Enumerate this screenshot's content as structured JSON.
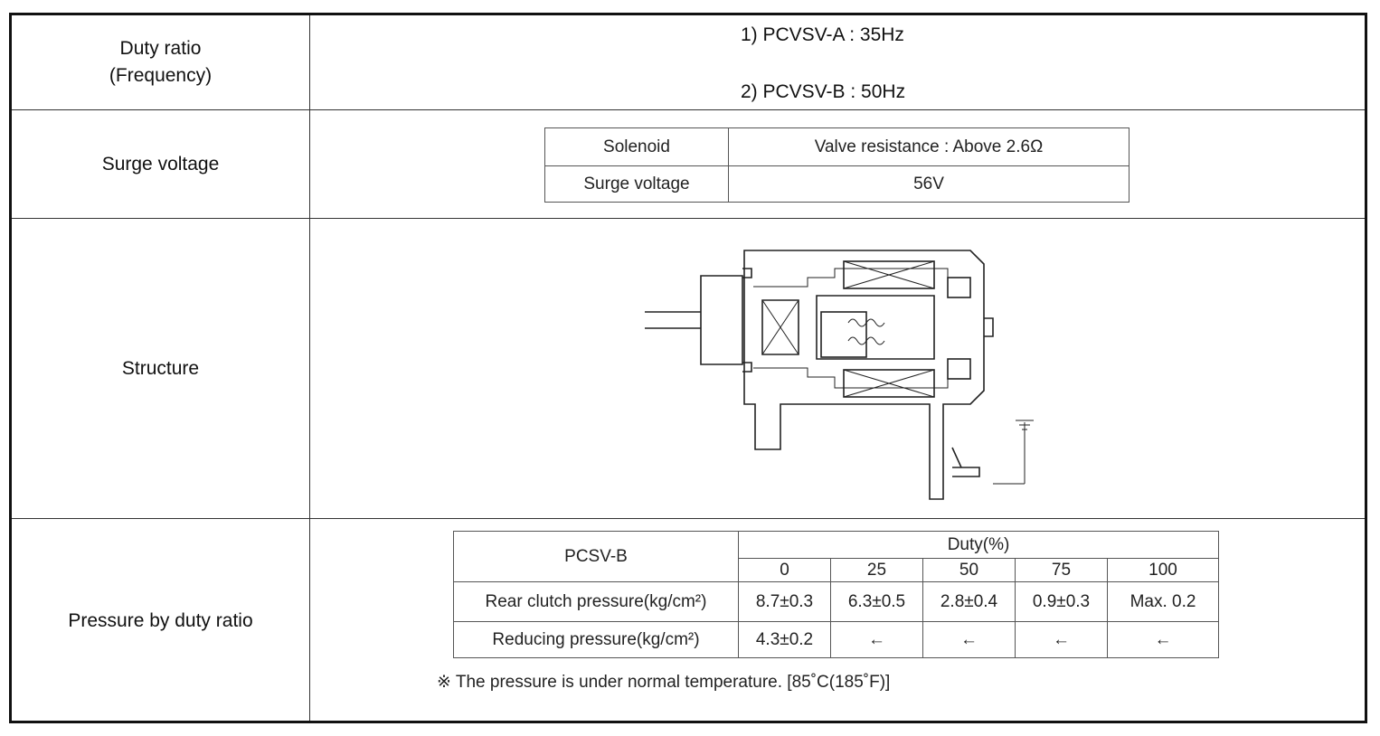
{
  "rows": {
    "duty_ratio": {
      "label_line1": "Duty ratio",
      "label_line2": "(Frequency)",
      "line1": "1) PCVSV-A : 35Hz",
      "line2": "2) PCVSV-B : 50Hz"
    },
    "surge_voltage": {
      "label": "Surge voltage",
      "table": [
        {
          "key": "Solenoid",
          "value": "Valve resistance : Above 2.6Ω"
        },
        {
          "key": "Surge voltage",
          "value": "56V"
        }
      ]
    },
    "structure": {
      "label": "Structure",
      "diagram_icon": "solenoid-valve-cross-section"
    },
    "pressure": {
      "label": "Pressure by duty ratio",
      "table": {
        "corner": "PCSV-B",
        "group_header": "Duty(%)",
        "duty_columns": [
          "0",
          "25",
          "50",
          "75",
          "100"
        ],
        "rows": [
          {
            "name": "Rear clutch pressure(kg/cm²)",
            "values": [
              "8.7±0.3",
              "6.3±0.5",
              "2.8±0.4",
              "0.9±0.3",
              "Max. 0.2"
            ]
          },
          {
            "name": "Reducing pressure(kg/cm²)",
            "values": [
              "4.3±0.2",
              "←",
              "←",
              "←",
              "←"
            ]
          }
        ]
      },
      "note": "※ The pressure is under normal temperature. [85˚C(185˚F)]"
    }
  }
}
